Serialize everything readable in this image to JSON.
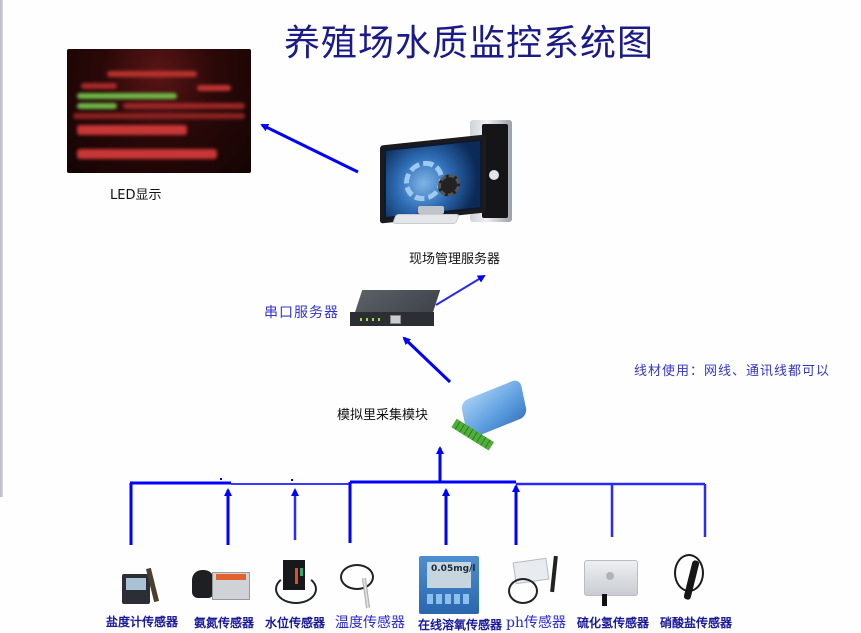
{
  "title": "养殖场水质监控系统图",
  "colors": {
    "title": "#1a1a8a",
    "wire": "#0000ff",
    "blue_label": "#3636c8"
  },
  "nodes": {
    "led": {
      "label": "LED显示"
    },
    "server": {
      "label": "现场管理服务器"
    },
    "serial_server": {
      "label": "串口服务器"
    },
    "acquisition_module": {
      "label": "模拟里采集模块"
    }
  },
  "note": "线材使用：网线、通讯线都可以",
  "sensors": [
    {
      "label": "盐度计传感器"
    },
    {
      "label": "氨氮传感器"
    },
    {
      "label": "水位传感器"
    },
    {
      "label": "温度传感器"
    },
    {
      "label": "在线溶氧传感器"
    },
    {
      "label": "ph传感器"
    },
    {
      "label": "硫化氢传感器"
    },
    {
      "label": "硝酸盐传感器"
    }
  ],
  "do_display": {
    "value": "0.05mg/l"
  }
}
